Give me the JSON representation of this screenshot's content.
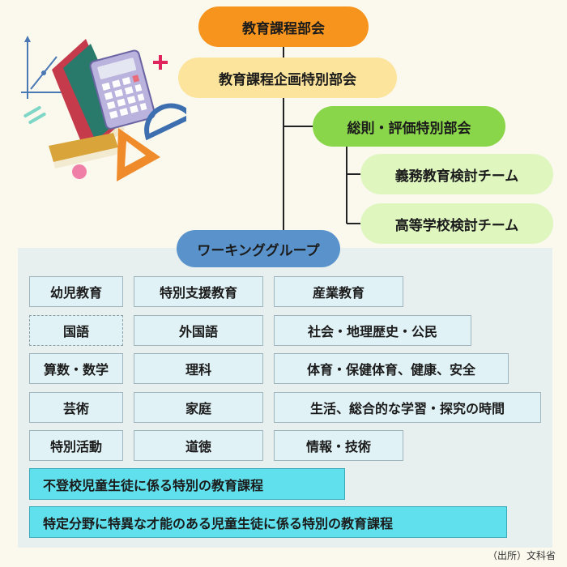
{
  "org": {
    "top": "教育課程部会",
    "second": "教育課程企画特別部会",
    "third": "総則・評価特別部会",
    "teams": [
      "義務教育検討チーム",
      "高等学校検討チーム"
    ],
    "working_group": "ワーキンググループ"
  },
  "groups": {
    "col1": [
      "幼児教育",
      "国語",
      "算数・数学",
      "芸術",
      "特別活動"
    ],
    "col2": [
      "特別支援教育",
      "外国語",
      "理科",
      "家庭",
      "道徳"
    ],
    "col3": [
      "産業教育",
      "社会・地理歴史・公民",
      "体育・保健体育、健康、安全",
      "生活、総合的な学習・探究の時間",
      "情報・技術"
    ]
  },
  "bottom_bars": [
    "不登校児童生徒に係る特別の教育課程",
    "特定分野に特異な才能のある児童生徒に係る特別の教育課程"
  ],
  "source": "（出所）文科省",
  "colors": {
    "top": "#f7941d",
    "second": "#fde49c",
    "third": "#8ad64a",
    "teams": "#dff7bf",
    "working_group": "#5a93cc",
    "cell": "#e1f2f6",
    "bar": "#5fe0ec"
  }
}
